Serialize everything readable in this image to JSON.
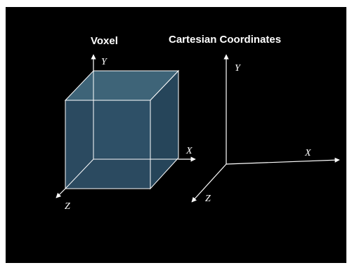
{
  "slide": {
    "background": "#000000",
    "voxel_title": "Voxel",
    "cartesian_title": "Cartesian Coordinates"
  },
  "voxel_axes": {
    "x": "X",
    "y": "Y",
    "z": "Z"
  },
  "cartesian_axes": {
    "x": "X",
    "y": "Y",
    "z": "Z"
  },
  "colors": {
    "cube_fill": "#2e4f66",
    "cube_top": "#3e6478",
    "cube_side": "#274559",
    "lines": "#ffffff"
  }
}
